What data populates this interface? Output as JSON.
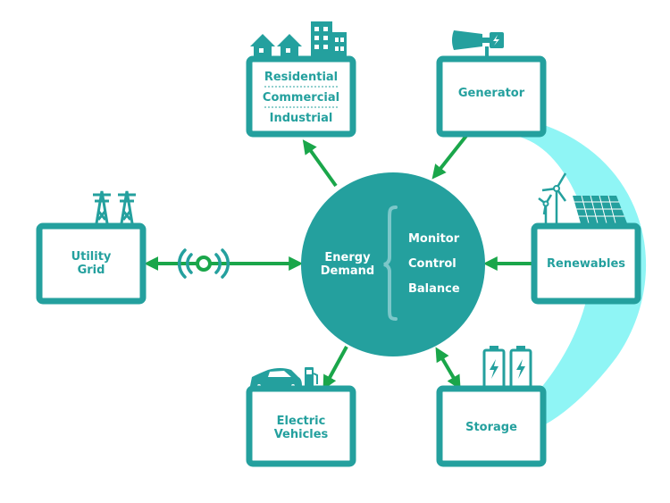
{
  "colors": {
    "teal": "#24a09e",
    "arrow_green": "#1aa64a",
    "flow_arc": "#8ff5f5",
    "background": "#ffffff"
  },
  "hub": {
    "label_line1": "Energy",
    "label_line2": "Demand",
    "functions": [
      "Monitor",
      "Control",
      "Balance"
    ]
  },
  "nodes": {
    "consumers": {
      "lines": [
        "Residential",
        "Commercial",
        "Industrial"
      ],
      "icon": "buildings-icon",
      "arrow": "outgoing"
    },
    "generator": {
      "lines": [
        "Generator"
      ],
      "icon": "generator-icon",
      "arrow": "incoming"
    },
    "utility_grid": {
      "lines": [
        "Utility",
        "Grid"
      ],
      "icon": "power-tower-icon",
      "arrow": "bidirectional",
      "link_icon": "wireless-signal-icon"
    },
    "renewables": {
      "lines": [
        "Renewables"
      ],
      "icon": "wind-solar-icon",
      "arrow": "incoming"
    },
    "electric_vehicles": {
      "lines": [
        "Electric",
        "Vehicles"
      ],
      "icon": "ev-charging-icon",
      "arrow": "outgoing"
    },
    "storage": {
      "lines": [
        "Storage"
      ],
      "icon": "battery-icon",
      "arrow": "bidirectional"
    }
  }
}
